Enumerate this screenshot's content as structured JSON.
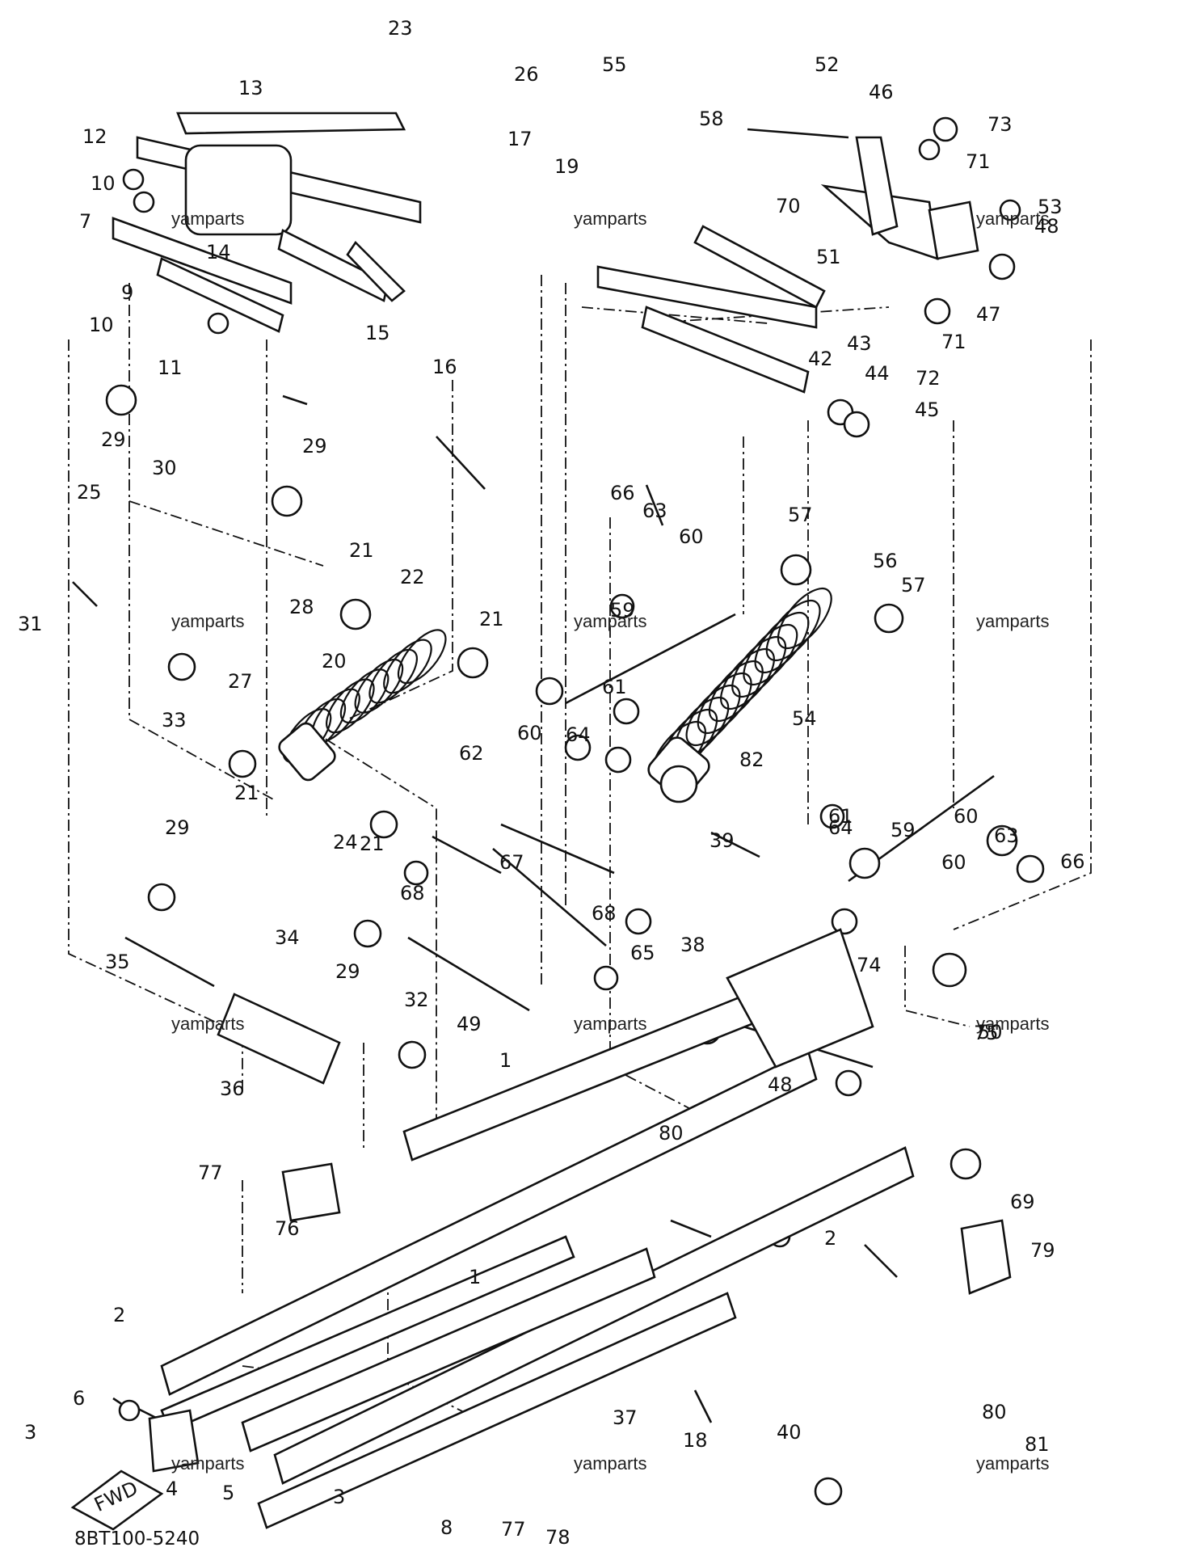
{
  "diagram": {
    "drawing_code": "8BT100-5240",
    "watermark": "yamparts",
    "callouts": [
      "1",
      "2",
      "3",
      "4",
      "5",
      "6",
      "7",
      "8",
      "9",
      "10",
      "11",
      "12",
      "13",
      "14",
      "15",
      "16",
      "17",
      "18",
      "19",
      "20",
      "21",
      "22",
      "23",
      "24",
      "25",
      "26",
      "27",
      "28",
      "29",
      "30",
      "31",
      "32",
      "33",
      "34",
      "35",
      "36",
      "37",
      "38",
      "39",
      "40",
      "42",
      "43",
      "44",
      "45",
      "46",
      "47",
      "48",
      "49",
      "50",
      "51",
      "52",
      "53",
      "54",
      "55",
      "56",
      "57",
      "58",
      "59",
      "60",
      "61",
      "62",
      "63",
      "64",
      "65",
      "66",
      "67",
      "68",
      "69",
      "70",
      "71",
      "72",
      "73",
      "74",
      "75",
      "76",
      "77",
      "78",
      "79",
      "80",
      "81",
      "82"
    ],
    "fwd_label": "FWD"
  }
}
